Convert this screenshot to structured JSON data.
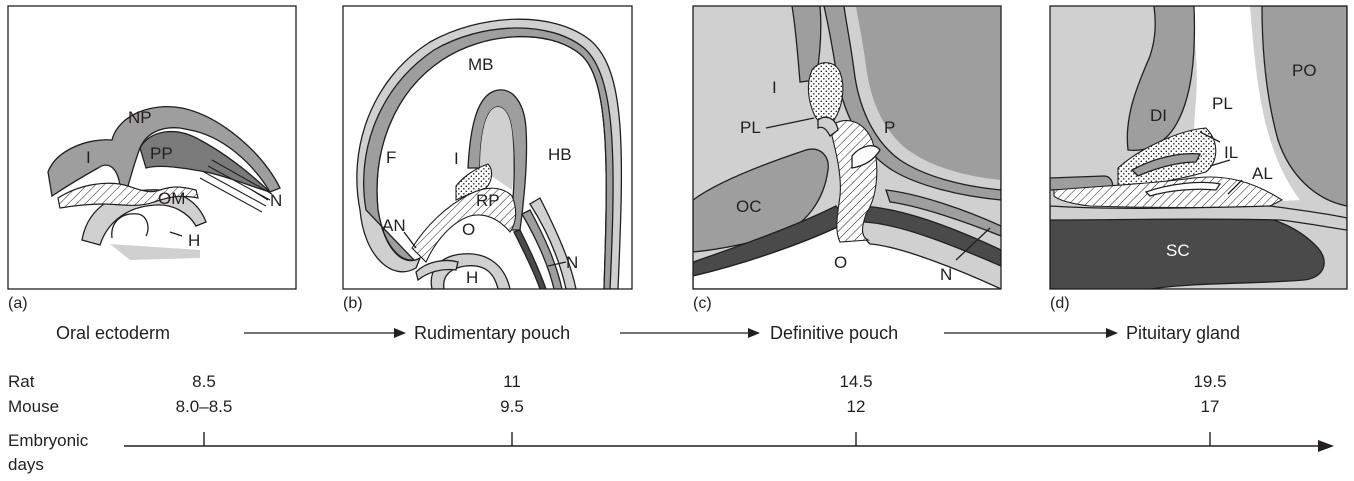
{
  "panels": [
    {
      "caption": "(a)",
      "labels": {
        "NP": "NP",
        "I": "I",
        "PP": "PP",
        "OM": "OM",
        "N": "N",
        "H": "H"
      }
    },
    {
      "caption": "(b)",
      "labels": {
        "MB": "MB",
        "F": "F",
        "I": "I",
        "HB": "HB",
        "RP": "RP",
        "AN": "AN",
        "O": "O",
        "H": "H",
        "N": "N"
      }
    },
    {
      "caption": "(c)",
      "labels": {
        "I": "I",
        "PL": "PL",
        "P": "P",
        "OC": "OC",
        "O": "O",
        "N": "N"
      }
    },
    {
      "caption": "(d)",
      "labels": {
        "DI": "DI",
        "PL": "PL",
        "PO": "PO",
        "IL": "IL",
        "AL": "AL",
        "SC": "SC"
      }
    }
  ],
  "stages": [
    "Oral ectoderm",
    "Rudimentary pouch",
    "Definitive pouch",
    "Pituitary gland"
  ],
  "table": {
    "rows": [
      {
        "species": "Rat",
        "days": [
          "8.5",
          "11",
          "14.5",
          "19.5"
        ]
      },
      {
        "species": "Mouse",
        "days": [
          "8.0–8.5",
          "9.5",
          "12",
          "17"
        ]
      }
    ]
  },
  "axis": {
    "label_line1": "Embryonic",
    "label_line2": "days"
  },
  "colors": {
    "ink": "#231f20",
    "light_gray": "#d0d0d0",
    "mid_gray": "#9e9e9e",
    "dark_gray": "#4a4a4a"
  }
}
